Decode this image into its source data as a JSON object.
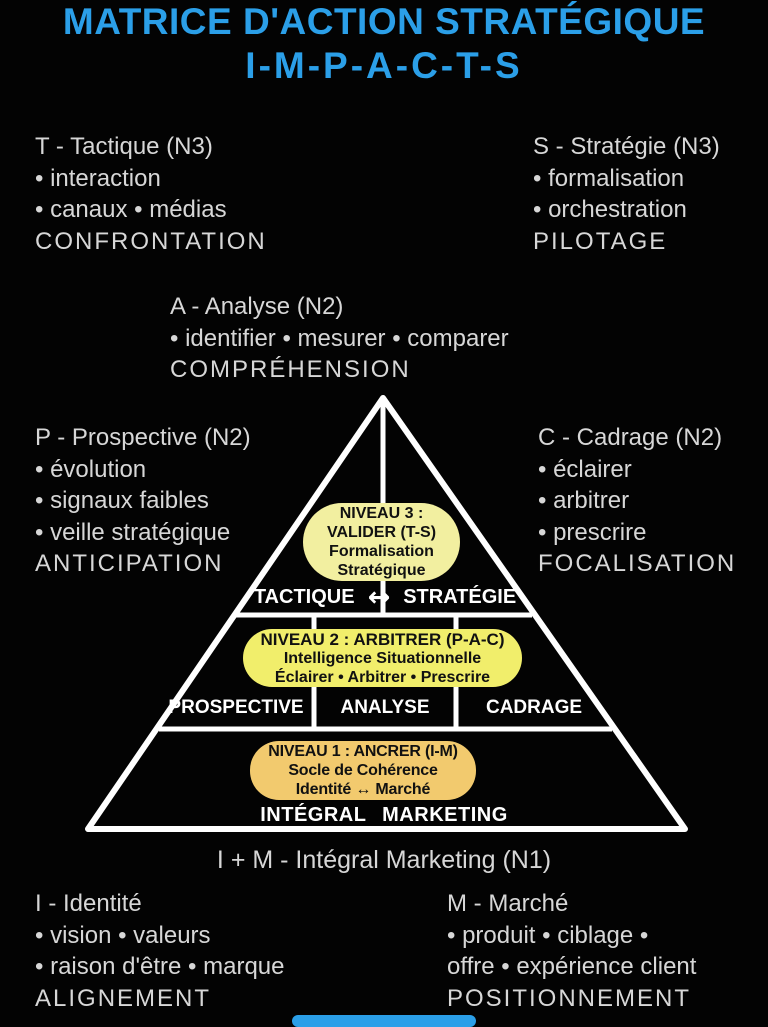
{
  "colors": {
    "background": "#030303",
    "accent_blue": "#2b9fe8",
    "text_gray": "#d7d7d7",
    "pyramid_line": "#ffffff",
    "pill_level3": "#f2efa0",
    "pill_level2": "#f1ee6b",
    "pill_level1": "#f2ca6e"
  },
  "title": {
    "line1": "MATRICE D'ACTION STRATÉGIQUE",
    "line2": "I-M-P-A-C-T-S"
  },
  "blocks": {
    "tactique": {
      "heading": "T - Tactique (N3)",
      "line1": "• interaction",
      "line2": "• canaux • médias",
      "keyword": "CONFRONTATION"
    },
    "strategie": {
      "heading": "S - Stratégie (N3)",
      "line1": "• formalisation",
      "line2": "• orchestration",
      "keyword": "PILOTAGE"
    },
    "analyse": {
      "heading": "A - Analyse (N2)",
      "line1": "• identifier • mesurer • comparer",
      "keyword": "COMPRÉHENSION"
    },
    "prospective": {
      "heading": "P - Prospective (N2)",
      "line1": "• évolution",
      "line2": "• signaux faibles",
      "line3": "• veille stratégique",
      "keyword": "ANTICIPATION"
    },
    "cadrage": {
      "heading": "C - Cadrage (N2)",
      "line1": "• éclairer",
      "line2": "• arbitrer",
      "line3": "• prescrire",
      "keyword": "FOCALISATION"
    },
    "identite": {
      "heading": "I - Identité",
      "line1": "• vision • valeurs",
      "line2": "• raison d'être • marque",
      "keyword": "ALIGNEMENT"
    },
    "marche": {
      "heading": "M - Marché",
      "line1": "• produit • ciblage •",
      "line2": "offre • expérience client",
      "keyword": "POSITIONNEMENT"
    }
  },
  "pyramid": {
    "level3": {
      "pill_line1": "NIVEAU 3 :",
      "pill_line2": "VALIDER (T-S)",
      "pill_line3": "Formalisation",
      "pill_line4": "Stratégique",
      "band_left": "TACTIQUE",
      "band_arrow": "↔",
      "band_right": "STRATÉGIE"
    },
    "level2": {
      "pill_line1": "NIVEAU 2 : ARBITRER (P-A-C)",
      "pill_line2": "Intelligence Situationnelle",
      "pill_line3": "Éclairer • Arbitrer • Prescrire",
      "col1": "PROSPECTIVE",
      "col2": "ANALYSE",
      "col3": "CADRAGE"
    },
    "level1": {
      "pill_line1": "NIVEAU 1 : ANCRER (I-M)",
      "pill_line2": "Socle de Cohérence",
      "pill_line3": "Identité ↔ Marché",
      "band": "INTÉGRAL MARKETING"
    }
  },
  "footer_caption": "I + M - Intégral Marketing (N1)"
}
